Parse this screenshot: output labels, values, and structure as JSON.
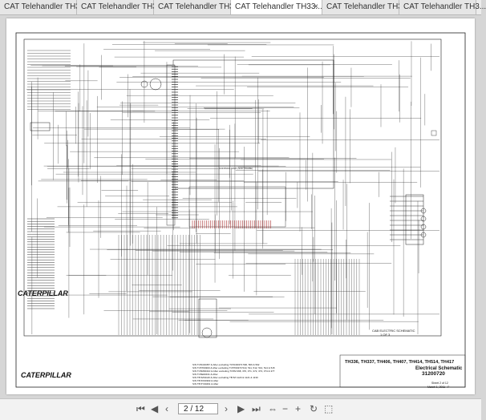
{
  "tabs": [
    {
      "label": "CAT Telehandler TH3..."
    },
    {
      "label": "CAT Telehandler TH3..."
    },
    {
      "label": "CAT Telehandler TH3..."
    },
    {
      "label": "CAT Telehandler TH33...",
      "active": true,
      "close": "×"
    },
    {
      "label": "CAT Telehandler TH3..."
    },
    {
      "label": "CAT Telehandler TH3..."
    }
  ],
  "document": {
    "brand_top": "CATERPILLAR",
    "brand_bottom": "CATERPILLAR",
    "center_label": "CONTROL UNIT (SOFTWARE)",
    "schematic_caption": "CAB ELECTRIC SCHEMATIC",
    "schematic_caption_sub": "1 OF 3",
    "models": "TH336, TH337, TH406, TH407, TH414, TH514, TH417",
    "doc_title": "Electrical Schematic",
    "doc_number": "31200720",
    "sheet": "Sheet 2 of 12",
    "date": "March 1, 2011 - F",
    "serial_lines": [
      "S/N TC5C00357 & After excluding TC5C00373 500, 506 & 592",
      "S/N TC5T00300 & After excluding TC5T00373 510, 511, 512, 513, 514 & 515",
      "S/N TC5M00410 & After excluding TC5M 368, 370, 371, 372, 373, 374 & 377",
      "S/N TC5E00431 & After",
      "S/N TB 5Z01116 & After excluding TB 5Z 1120 & 1121 & 1130",
      "S/N TB 5X00393 & After",
      "S/N TB 5Y00261 & After"
    ]
  },
  "toolbar": {
    "first": "⏮",
    "prev": "◀",
    "next": "▶",
    "last": "⏭",
    "page_value": "2 / 12",
    "zoom_out": "−",
    "zoom_in": "+",
    "fit_icon": "⇔",
    "rotate_icon": "↻",
    "select_icon": "⬚"
  }
}
